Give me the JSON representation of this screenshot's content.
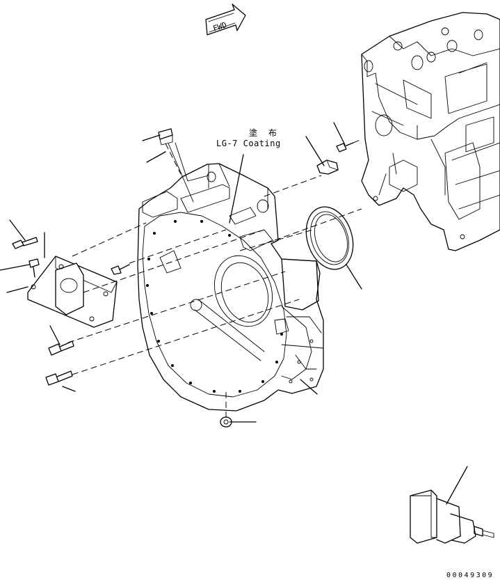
{
  "fwd_arrow": {
    "label": "FWD"
  },
  "annotations": {
    "coating_jp": "塗 布",
    "coating_en": "LG-7 Coating"
  },
  "drawing_id": "00049309",
  "icons": [
    "fwd-arrow-icon",
    "flywheel-housing",
    "cylinder-block",
    "oil-seal",
    "bracket",
    "bolt",
    "plug",
    "sensor",
    "tool"
  ]
}
